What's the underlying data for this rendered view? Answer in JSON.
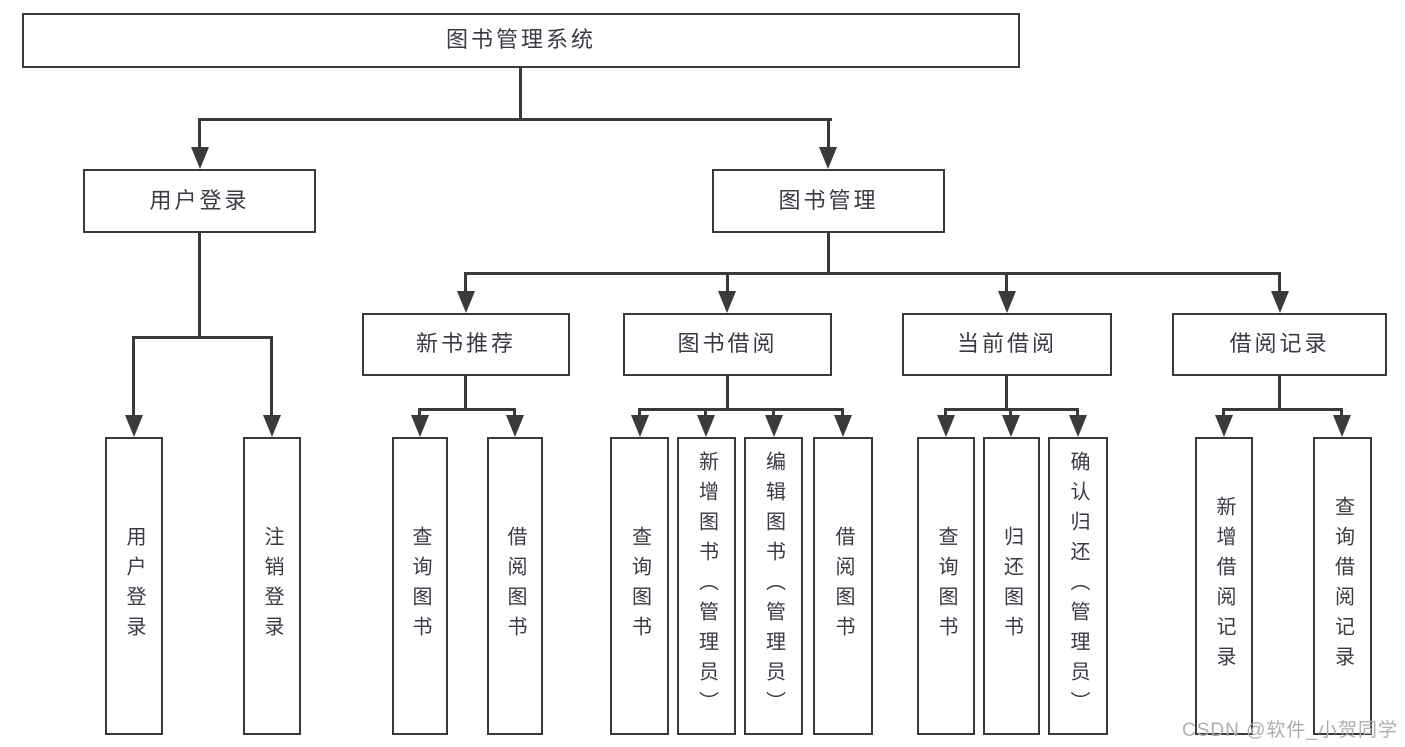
{
  "watermark": "CSDN @软件_小贺同学",
  "colors": {
    "line": "#3a3a3a",
    "text": "#3a3a44",
    "watermark": "#aeaeae",
    "background": "#ffffff"
  },
  "tree": {
    "label": "图书管理系统",
    "children": [
      {
        "label": "用户登录",
        "children": [
          {
            "label": "用户登录"
          },
          {
            "label": "注销登录"
          }
        ]
      },
      {
        "label": "图书管理",
        "children": [
          {
            "label": "新书推荐",
            "children": [
              {
                "label": "查询图书"
              },
              {
                "label": "借阅图书"
              }
            ]
          },
          {
            "label": "图书借阅",
            "children": [
              {
                "label": "查询图书"
              },
              {
                "label": "新增图书（管理员）"
              },
              {
                "label": "编辑图书（管理员）"
              },
              {
                "label": "借阅图书"
              }
            ]
          },
          {
            "label": "当前借阅",
            "children": [
              {
                "label": "查询图书"
              },
              {
                "label": "归还图书"
              },
              {
                "label": "确认归还（管理员）"
              }
            ]
          },
          {
            "label": "借阅记录",
            "children": [
              {
                "label": "新增借阅记录"
              },
              {
                "label": "查询借阅记录"
              }
            ]
          }
        ]
      }
    ]
  }
}
